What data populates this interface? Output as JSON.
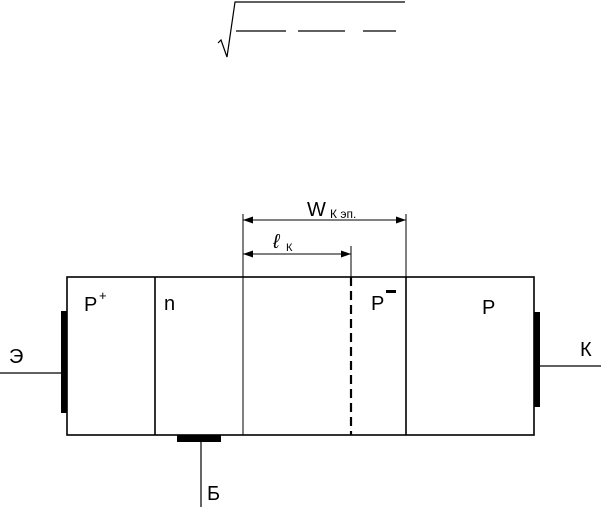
{
  "diagram": {
    "dimensions": {
      "w_label": "W",
      "w_subscript": "К эп.",
      "l_label": "ℓ",
      "l_subscript": "К"
    },
    "regions": {
      "p_plus": {
        "base": "P",
        "sup": "+"
      },
      "n": {
        "label": "n"
      },
      "p_minus": {
        "base": "P",
        "sup": "−"
      },
      "p": {
        "label": "P"
      }
    },
    "terminals": {
      "emitter": "Э",
      "collector": "К",
      "base": "Б"
    }
  }
}
